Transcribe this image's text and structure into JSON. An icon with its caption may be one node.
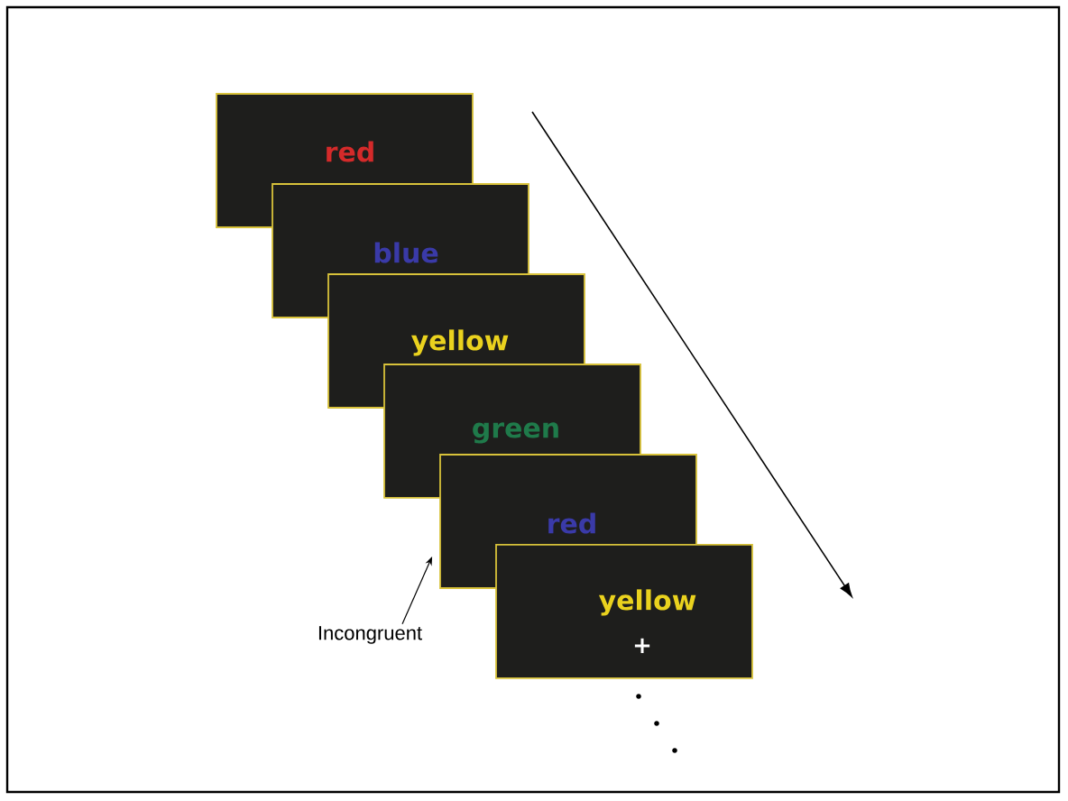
{
  "diagram": {
    "nodes": [
      {
        "text": [
          "red"
        ]
      },
      {
        "text": [
          "blue"
        ]
      },
      {
        "text": [
          "yellow"
        ]
      },
      {
        "text": [
          "green"
        ]
      },
      {
        "text": [
          "red"
        ]
      },
      {
        "text": [
          "yellow",
          "+"
        ]
      },
      {
        "text": [
          "Incongruent"
        ]
      }
    ],
    "edges": [
      {
        "from": 6,
        "to": 4,
        "arrow": "to"
      }
    ]
  }
}
